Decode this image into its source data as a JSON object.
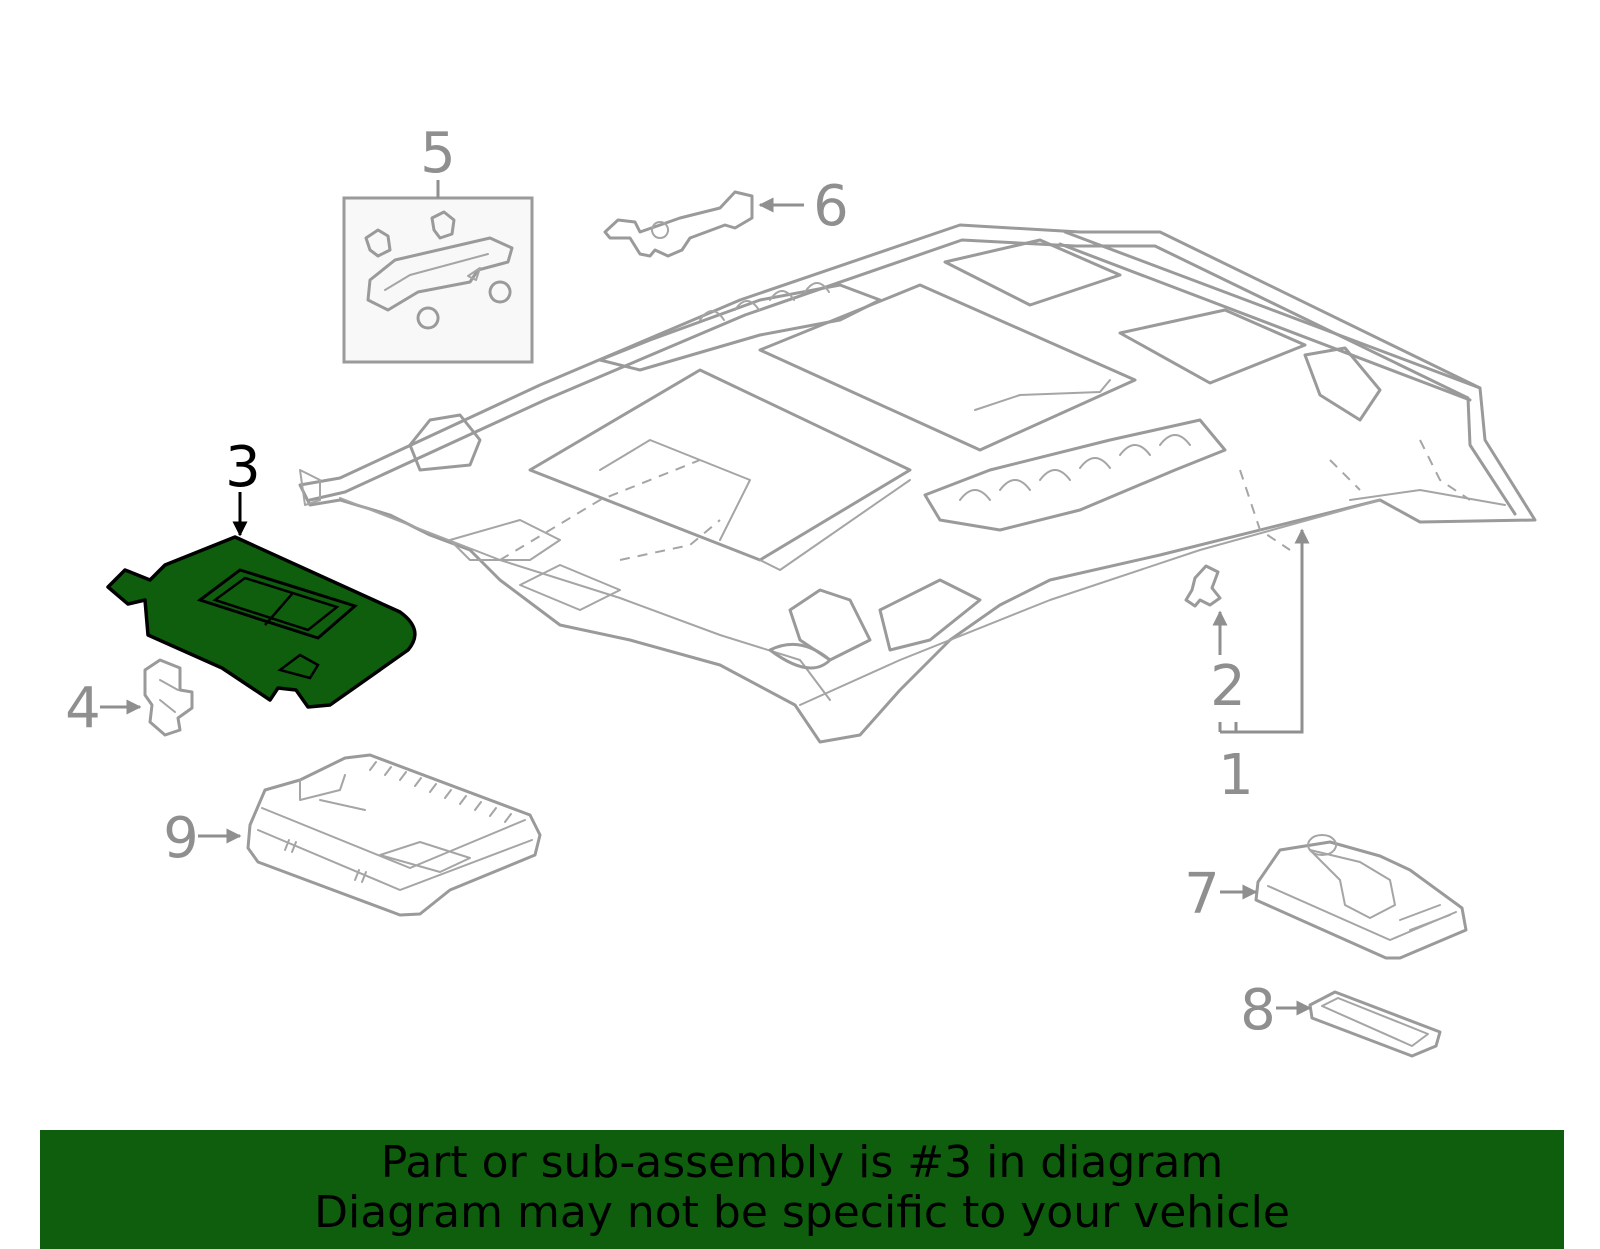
{
  "callouts": {
    "c1": "1",
    "c2": "2",
    "c3": "3",
    "c4": "4",
    "c5": "5",
    "c6": "6",
    "c7": "7",
    "c8": "8",
    "c9": "9"
  },
  "highlight": {
    "part": "3",
    "color": "#0e5e0e"
  },
  "banner": {
    "line1": "Part or sub-assembly is #3 in diagram",
    "line2": "Diagram may not be specific to your vehicle",
    "background": "#0e5e0e"
  }
}
